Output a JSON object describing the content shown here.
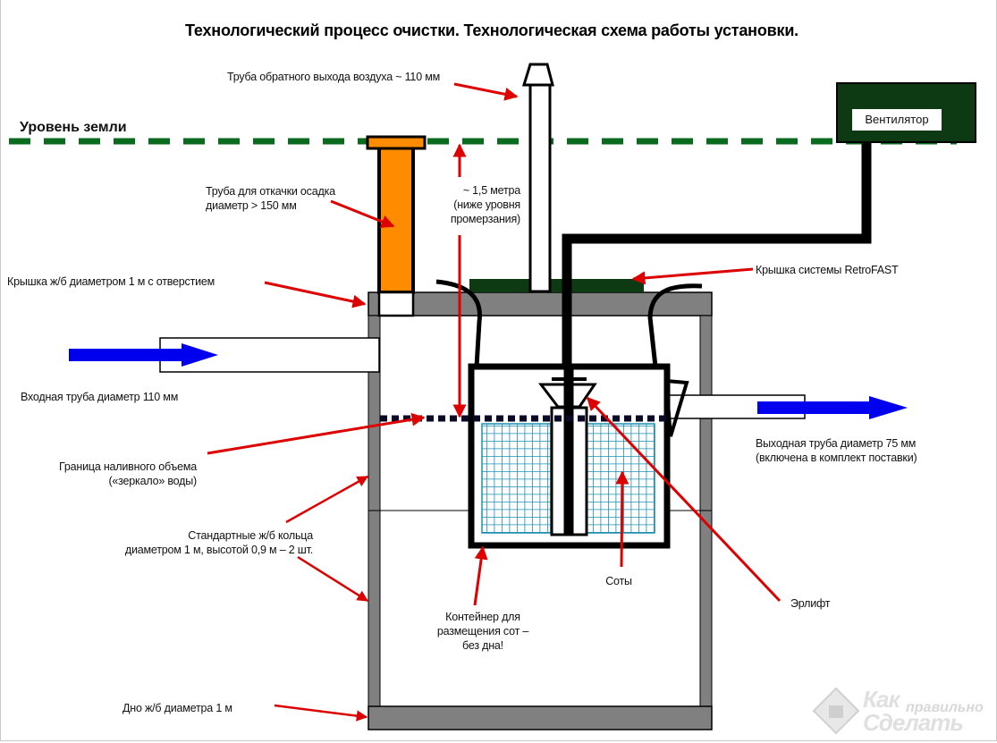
{
  "title": "Технологический процесс очистки. Технологическая схема работы установки.",
  "ground_level": "Уровень земли",
  "fan_label": "Вентилятор",
  "labels": {
    "air_pipe": "Труба обратного выхода воздуха ~ 110 мм",
    "sludge_pipe_1": "Труба для откачки осадка",
    "sludge_pipe_2": "диаметр > 150 мм",
    "depth_1": "~ 1,5 метра",
    "depth_2": "(ниже уровня",
    "depth_3": "промерзания)",
    "cover": "Крышка ж/б диаметром 1  м    с отверстием",
    "retrofast_cover": "Крышка системы RetroFAST",
    "inlet": "Входная труба диаметр 110 мм",
    "outlet_1": "Выходная труба диаметр 75 мм",
    "outlet_2": "(включена в комплект поставки)",
    "water_1": "Граница наливного объема",
    "water_2": "(«зеркало» воды)",
    "rings_1": "Стандартные ж/б кольца",
    "rings_2": "диаметром 1  м,    высотой 0,9 м – 2 шт.",
    "cells": "Соты",
    "airlift": "Эрлифт",
    "container_1": "Контейнер для",
    "container_2": "размещения сот –",
    "container_3": "без дна!",
    "bottom": "Дно ж/б диаметра 1  м"
  },
  "watermark": {
    "line1": "Как",
    "line2": "правильно",
    "line3": "Сделать"
  },
  "colors": {
    "ground_line": "#0a6a1e",
    "concrete": "#808080",
    "sludge_pipe": "#ff8c00",
    "retrofast_cover": "#0d3a12",
    "fan_box": "#0d3a12",
    "flow_arrow": "#0000ee",
    "annotation_arrow": "#dd0000",
    "cells_grid": "#1a8fb0",
    "cells_fill": "#b8f4ff"
  }
}
